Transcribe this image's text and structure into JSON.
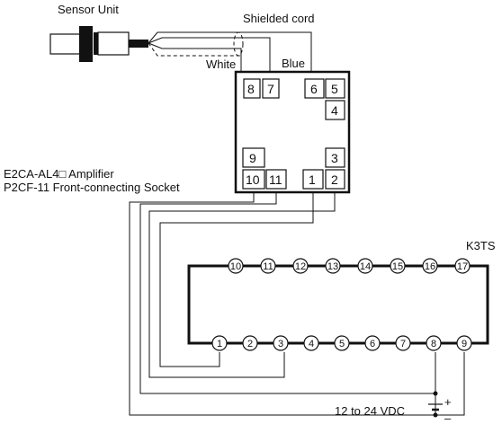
{
  "labels": {
    "sensor_unit": "Sensor Unit",
    "shielded_cord": "Shielded cord",
    "white": "White",
    "blue": "Blue",
    "amplifier_line1": "E2CA-AL4□ Amplifier",
    "amplifier_line2": "P2CF-11 Front-connecting Socket",
    "k3ts": "K3TS",
    "supply": "12 to 24 VDC",
    "plus": "+",
    "minus": "–"
  },
  "socket_pins": {
    "p8": "8",
    "p7": "7",
    "p6": "6",
    "p5": "5",
    "p4": "4",
    "p9": "9",
    "p10": "10",
    "p11": "11",
    "p3": "3",
    "p1": "1",
    "p2": "2"
  },
  "k3ts_top_terminals": [
    "10",
    "11",
    "12",
    "13",
    "14",
    "15",
    "16",
    "17"
  ],
  "k3ts_bottom_terminals": [
    "1",
    "2",
    "3",
    "4",
    "5",
    "6",
    "7",
    "8",
    "9"
  ]
}
